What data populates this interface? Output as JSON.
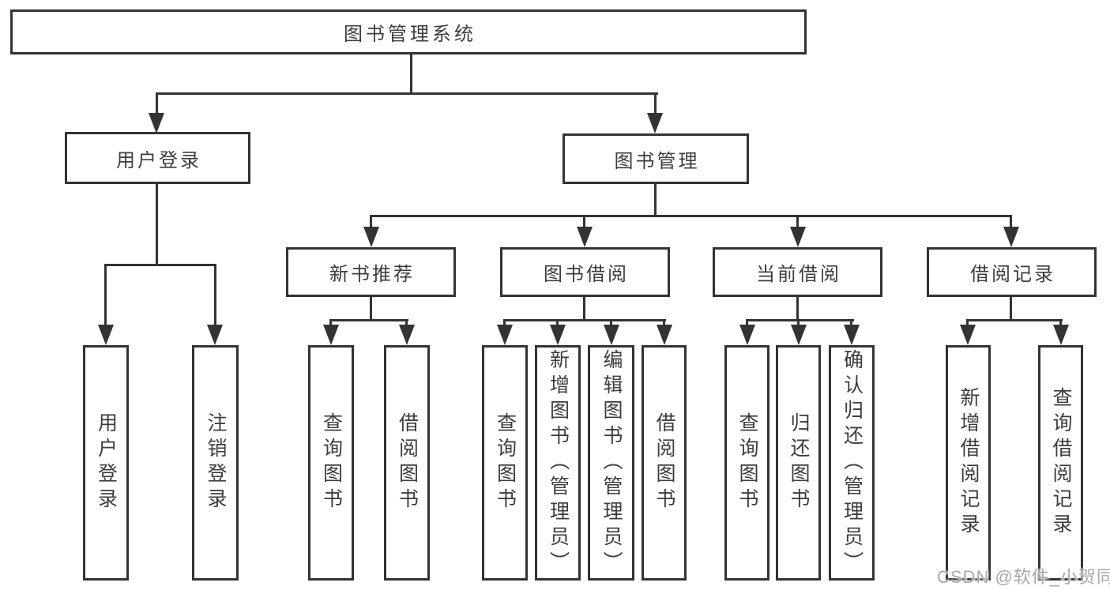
{
  "colors": {
    "line": "#333333",
    "box_border": "#333333",
    "text": "#3d3d3d",
    "watermark": "#a9a9a9",
    "background": "#ffffff"
  },
  "watermark": "CSDN @软件_小贺同学",
  "tree": {
    "root": {
      "label": "图书管理系统"
    },
    "branches": [
      {
        "label": "用户登录",
        "children": [
          {
            "label": "用户登录"
          },
          {
            "label": "注销登录"
          }
        ]
      },
      {
        "label": "图书管理",
        "children": [
          {
            "label": "新书推荐",
            "children": [
              {
                "label": "查询图书"
              },
              {
                "label": "借阅图书"
              }
            ]
          },
          {
            "label": "图书借阅",
            "children": [
              {
                "label": "查询图书"
              },
              {
                "label": "新增图书（管理员）"
              },
              {
                "label": "编辑图书（管理员）"
              },
              {
                "label": "借阅图书"
              }
            ]
          },
          {
            "label": "当前借阅",
            "children": [
              {
                "label": "查询图书"
              },
              {
                "label": "归还图书"
              },
              {
                "label": "确认归还（管理员）"
              }
            ]
          },
          {
            "label": "借阅记录",
            "children": [
              {
                "label": "新增借阅记录"
              },
              {
                "label": "查询借阅记录"
              }
            ]
          }
        ]
      }
    ]
  }
}
